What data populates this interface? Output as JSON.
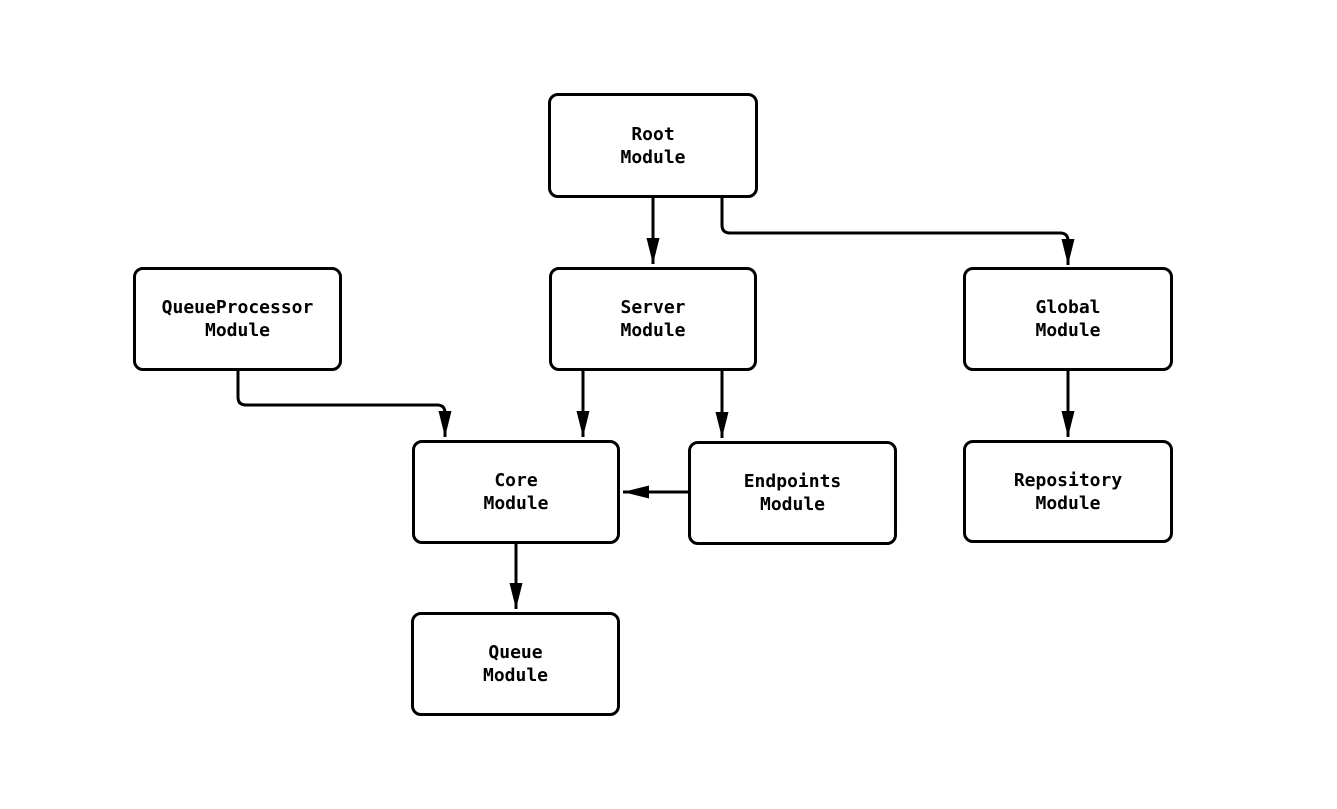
{
  "diagram": {
    "type": "module-dependency-flowchart",
    "background_color": "#ffffff",
    "box_fill_color": "#ffffff",
    "stroke_color": "#000000",
    "text_color": "#000000",
    "nodes": {
      "root": {
        "line1": "Root",
        "line2": "Module"
      },
      "queueprocessor": {
        "line1": "QueueProcessor",
        "line2": "Module"
      },
      "server": {
        "line1": "Server",
        "line2": "Module"
      },
      "global": {
        "line1": "Global",
        "line2": "Module"
      },
      "core": {
        "line1": "Core",
        "line2": "Module"
      },
      "endpoints": {
        "line1": "Endpoints",
        "line2": "Module"
      },
      "repository": {
        "line1": "Repository",
        "line2": "Module"
      },
      "queue": {
        "line1": "Queue",
        "line2": "Module"
      }
    },
    "edges": [
      {
        "from": "Root Module",
        "to": "Server Module"
      },
      {
        "from": "Root Module",
        "to": "Global Module"
      },
      {
        "from": "QueueProcessor Module",
        "to": "Core Module"
      },
      {
        "from": "Server Module",
        "to": "Core Module"
      },
      {
        "from": "Server Module",
        "to": "Endpoints Module"
      },
      {
        "from": "Endpoints Module",
        "to": "Core Module"
      },
      {
        "from": "Global Module",
        "to": "Repository Module"
      },
      {
        "from": "Core Module",
        "to": "Queue Module"
      }
    ]
  }
}
